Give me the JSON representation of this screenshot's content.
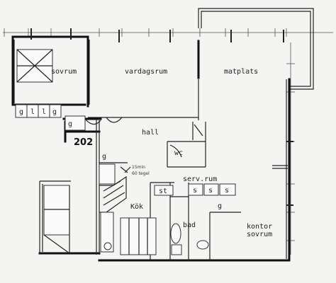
{
  "rooms": {
    "sovrum": "sovrum",
    "vardagsrum": "vardagsrum",
    "matplats": "matplats",
    "hall": "hall",
    "wc": "wc",
    "servrum": "serv.rum",
    "kok": "Kök",
    "bad": "bad",
    "kontor_line1": "kontor",
    "kontor_line2": "sovrum"
  },
  "unit_number": "202",
  "storage": {
    "g1": "g",
    "l1": "l",
    "l2": "l",
    "g2": "g",
    "g_hall": "g",
    "g_kitchen": "g",
    "g_bad": "g",
    "st": "st",
    "s1": "s",
    "s2": "s",
    "s3": "s"
  },
  "kitchen_note": {
    "line1": "15min",
    "line2": "60 tegel"
  }
}
